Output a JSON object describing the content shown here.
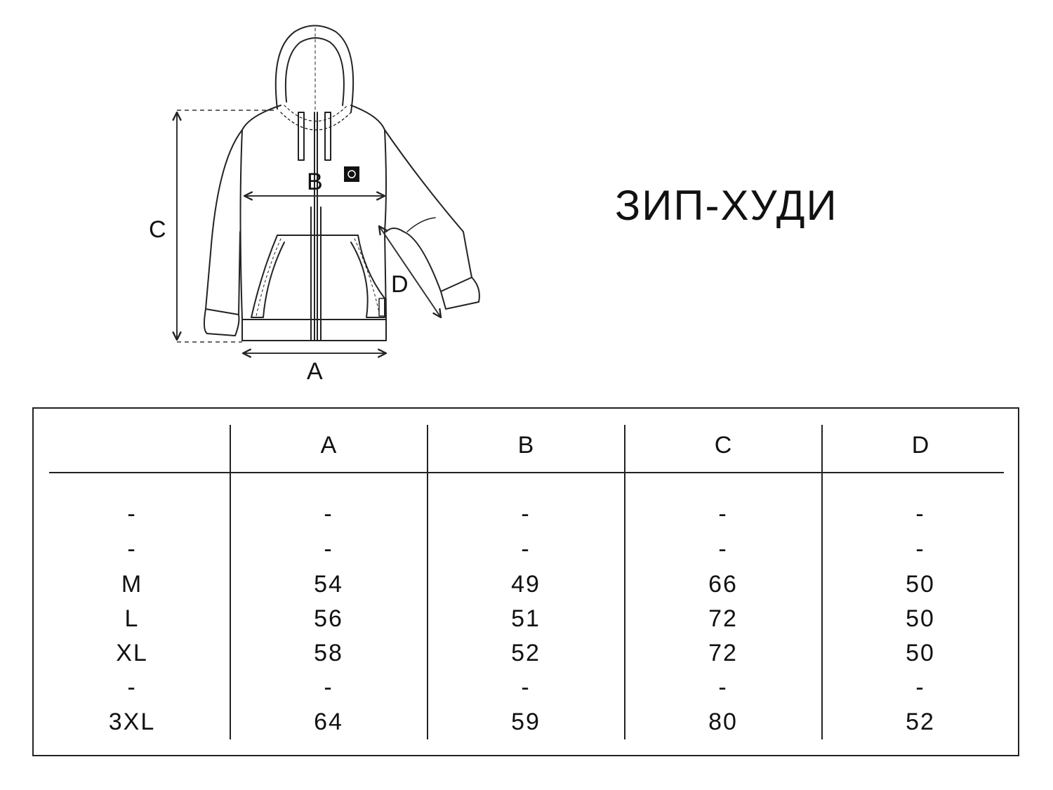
{
  "title": "ЗИП-ХУДИ",
  "diagram": {
    "labels": {
      "a": "A",
      "b": "B",
      "c": "C",
      "d": "D"
    }
  },
  "table": {
    "columns": [
      "",
      "A",
      "B",
      "C",
      "D"
    ],
    "rows": [
      {
        "size": "-",
        "a": "-",
        "b": "-",
        "c": "-",
        "d": "-"
      },
      {
        "size": "-",
        "a": "-",
        "b": "-",
        "c": "-",
        "d": "-"
      },
      {
        "size": "M",
        "a": "54",
        "b": "49",
        "c": "66",
        "d": "50"
      },
      {
        "size": "L",
        "a": "56",
        "b": "51",
        "c": "72",
        "d": "50"
      },
      {
        "size": "XL",
        "a": "58",
        "b": "52",
        "c": "72",
        "d": "50"
      },
      {
        "size": "-",
        "a": "-",
        "b": "-",
        "c": "-",
        "d": "-"
      },
      {
        "size": "3XL",
        "a": "64",
        "b": "59",
        "c": "80",
        "d": "52"
      }
    ]
  }
}
